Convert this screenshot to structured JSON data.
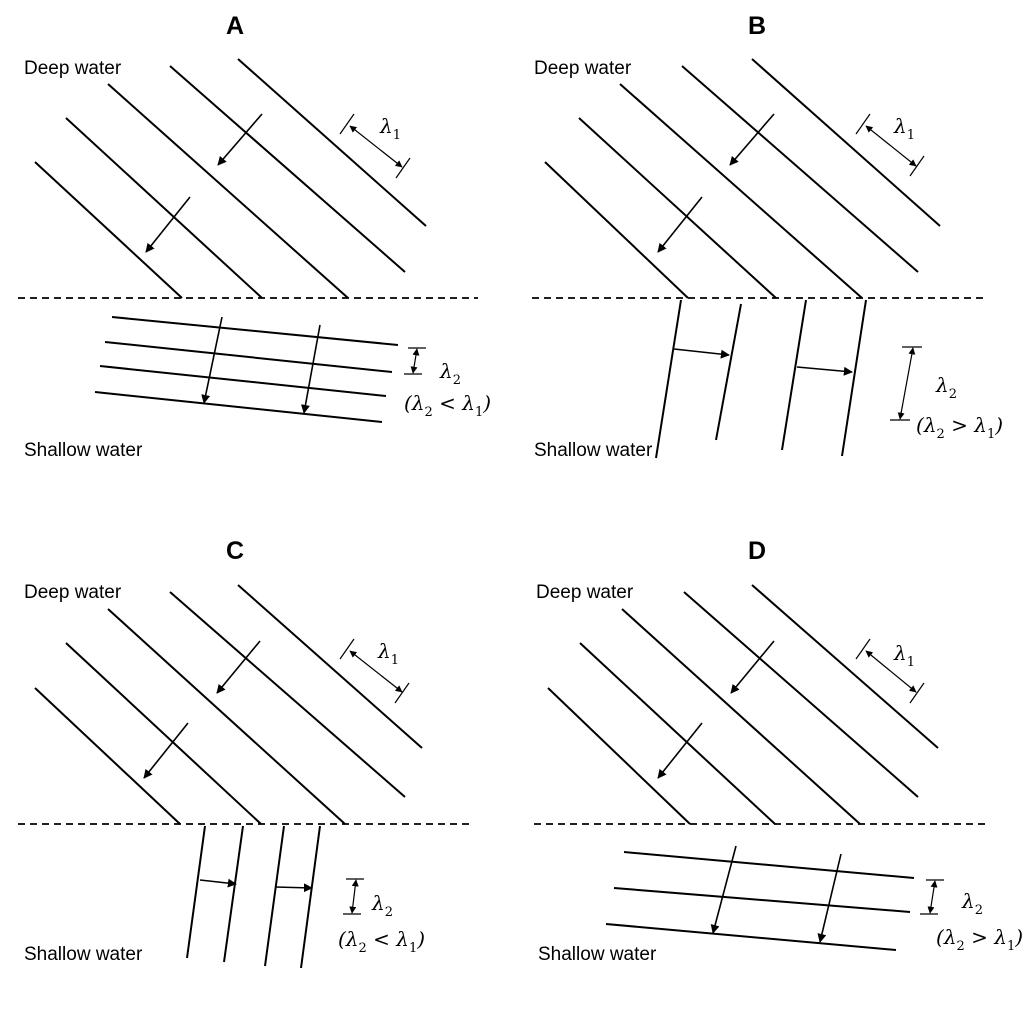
{
  "panels": [
    {
      "id": "A",
      "title": "A",
      "deep_label": "Deep water",
      "shallow_label": "Shallow water",
      "lambda1": {
        "sym": "λ",
        "sub": "1"
      },
      "lambda2": {
        "sym": "λ",
        "sub": "2"
      },
      "relation": {
        "open": "(",
        "a_sym": "λ",
        "a_sub": "2",
        "op": " < ",
        "b_sym": "λ",
        "b_sub": "1",
        "close": ")"
      }
    },
    {
      "id": "B",
      "title": "B",
      "deep_label": "Deep water",
      "shallow_label": "Shallow water",
      "lambda1": {
        "sym": "λ",
        "sub": "1"
      },
      "lambda2": {
        "sym": "λ",
        "sub": "2"
      },
      "relation": {
        "open": "(",
        "a_sym": "λ",
        "a_sub": "2",
        "op": " > ",
        "b_sym": "λ",
        "b_sub": "1",
        "close": ")"
      }
    },
    {
      "id": "C",
      "title": "C",
      "deep_label": "Deep water",
      "shallow_label": "Shallow water",
      "lambda1": {
        "sym": "λ",
        "sub": "1"
      },
      "lambda2": {
        "sym": "λ",
        "sub": "2"
      },
      "relation": {
        "open": "(",
        "a_sym": "λ",
        "a_sub": "2",
        "op": " < ",
        "b_sym": "λ",
        "b_sub": "1",
        "close": ")"
      }
    },
    {
      "id": "D",
      "title": "D",
      "deep_label": "Deep water",
      "shallow_label": "Shallow water",
      "lambda1": {
        "sym": "λ",
        "sub": "1"
      },
      "lambda2": {
        "sym": "λ",
        "sub": "2"
      },
      "relation": {
        "open": "(",
        "a_sym": "λ",
        "a_sub": "2",
        "op": " > ",
        "b_sym": "λ",
        "b_sub": "1",
        "close": ")"
      }
    }
  ]
}
